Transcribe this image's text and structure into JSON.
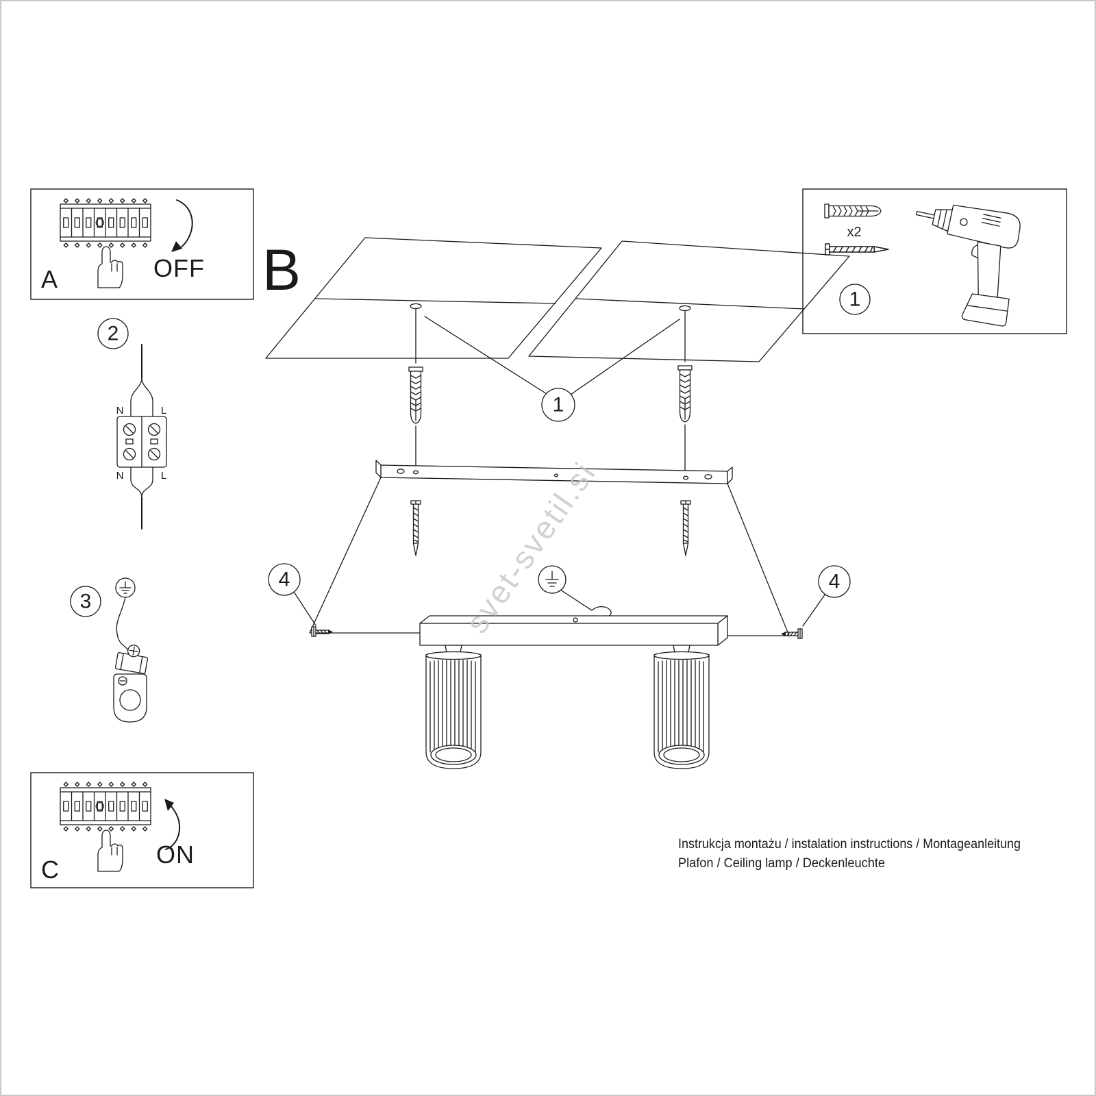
{
  "watermark": "svet-svetil.si",
  "sections": {
    "a": {
      "label": "A",
      "action": "OFF"
    },
    "b": {
      "label": "B"
    },
    "c": {
      "label": "C",
      "action": "ON"
    }
  },
  "steps": {
    "s1": "1",
    "s2": "2",
    "s3": "3",
    "s4": "4"
  },
  "wiring": {
    "n": "N",
    "l": "L"
  },
  "toolbox": {
    "quantity": "x2"
  },
  "footer": {
    "line1": "Instrukcja montażu / instalation instructions / Montageanleitung",
    "line2": "Plafon / Ceiling lamp / Deckenleuchte"
  },
  "colors": {
    "line": "#1a1a1a",
    "watermark": "#c6c6c6",
    "background": "#ffffff"
  }
}
